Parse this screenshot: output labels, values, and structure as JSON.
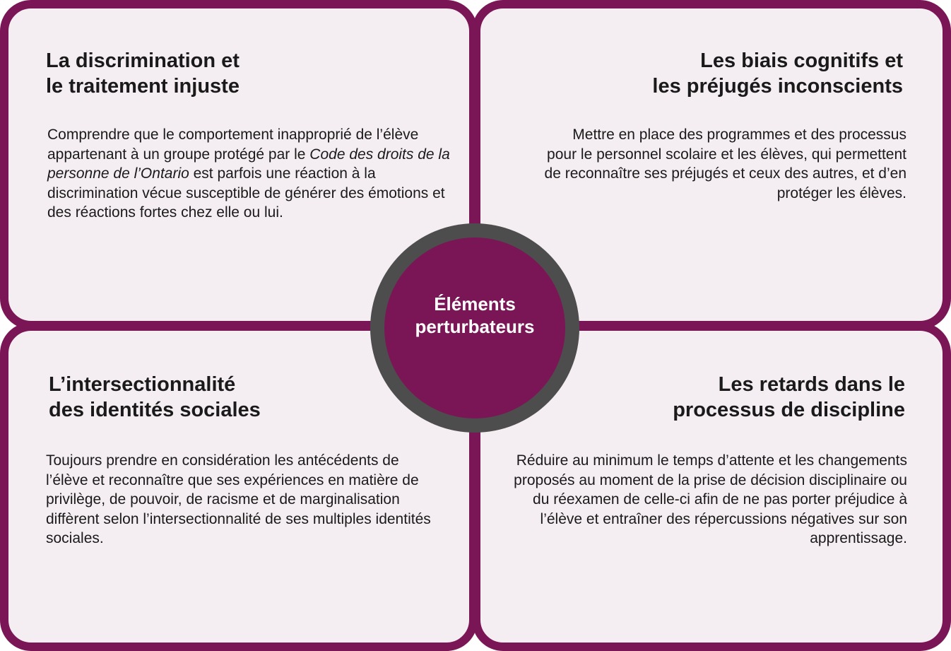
{
  "colors": {
    "accent": "#7a1656",
    "panel": "#f4eef2",
    "ring": "#4d4d4d"
  },
  "center": {
    "label": "Éléments\nperturbateurs"
  },
  "quadrants": [
    {
      "title": "La discrimination et\nle traitement injuste",
      "body_before": "Comprendre que le comportement inapproprié de l’élève appartenant à un groupe protégé par le ",
      "body_italic": "Code des droits de la personne de l’Ontario",
      "body_after": " est parfois une réaction à la discrimination vécue susceptible de générer des émotions et des réactions fortes chez elle ou lui."
    },
    {
      "title": "Les biais cognitifs et\nles préjugés inconscients",
      "body": "Mettre en place des programmes et des processus pour le personnel scolaire et les élèves, qui permettent de reconnaître ses préjugés et ceux des autres, et d’en protéger les élèves."
    },
    {
      "title": "L’intersectionnalité\ndes identités sociales",
      "body": "Toujours prendre en considération les antécédents de l’élève et reconnaître que ses expériences en matière de privilège, de pouvoir, de racisme et de marginalisation diffèrent selon l’intersectionnalité de ses multiples identités sociales."
    },
    {
      "title": "Les retards dans le\nprocessus de discipline",
      "body": "Réduire au minimum le temps d’attente et les changements proposés au moment de la prise de décision disciplinaire ou du réexamen de celle-ci afin de ne pas porter préjudice à l’élève et entraîner des répercussions négatives sur son apprentissage."
    }
  ]
}
